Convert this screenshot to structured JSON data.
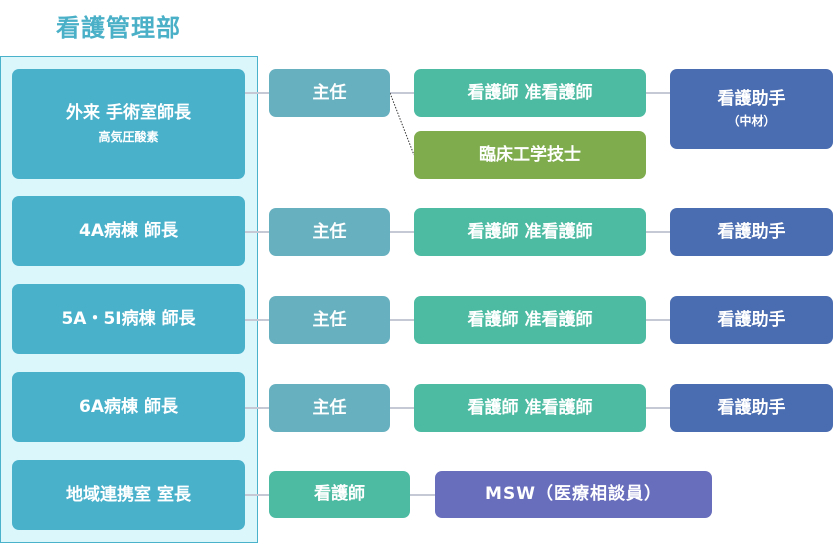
{
  "title": "看護管理部",
  "rows": [
    {
      "head": "外来 手術室師長",
      "head_sub": "高気圧酸素",
      "chief": "主任",
      "nurse": "看護師 准看護師",
      "extra": "臨床工学技士",
      "aide": "看護助手",
      "aide_sub": "（中材）"
    },
    {
      "head": "4A病棟 師長",
      "chief": "主任",
      "nurse": "看護師 准看護師",
      "aide": "看護助手"
    },
    {
      "head": "5A・5I病棟 師長",
      "chief": "主任",
      "nurse": "看護師 准看護師",
      "aide": "看護助手"
    },
    {
      "head": "6A病棟 師長",
      "chief": "主任",
      "nurse": "看護師 准看護師",
      "aide": "看護助手"
    },
    {
      "head": "地域連携室 室長",
      "nurse": "看護師",
      "msw": "MSW（医療相談員）"
    }
  ],
  "colors": {
    "title": "#4ab0c8",
    "department_bg": "#dcf7fc",
    "department_border": "#4ab3cb",
    "head": "#4ab1cb",
    "chief": "#67b0bf",
    "nurse": "#4cbba2",
    "clinical_engineer": "#7fac4d",
    "aide": "#4a6cb0",
    "msw": "#686dbc",
    "connector": "#c5c9d6"
  }
}
